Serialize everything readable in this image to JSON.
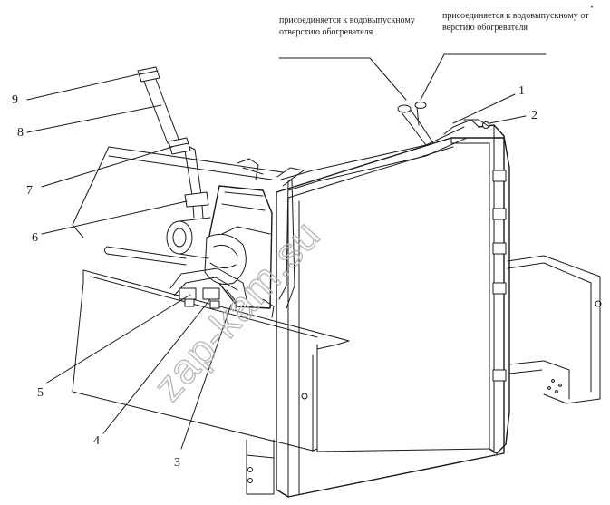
{
  "annotations": {
    "left": {
      "line1": "присоединяется к водовыпускному",
      "line2": "отверстию обогревателя"
    },
    "right": {
      "line1": "присоединяется к водовыпускному от",
      "line2": "верстию обогревателя"
    }
  },
  "callouts": [
    "1",
    "2",
    "3",
    "4",
    "5",
    "6",
    "7",
    "8",
    "9"
  ],
  "watermark": "zap-kam.su",
  "corner_mark": "•"
}
